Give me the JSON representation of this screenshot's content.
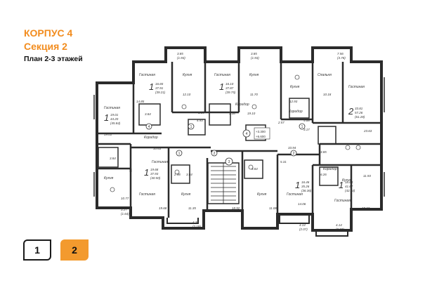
{
  "header": {
    "building": "КОРПУС 4",
    "section": "Секция 2",
    "plan": "План 2-3 этажей"
  },
  "floor_selector": {
    "floors": [
      "1",
      "2"
    ],
    "active": "2"
  },
  "colors": {
    "accent": "#f28c1e",
    "active_floor": "#f39a2e",
    "wall": "#2b2b2b"
  },
  "rooms": {
    "living_1": "Гостиная",
    "living_2": "Гостиная",
    "living_3": "Гостиная",
    "living_4": "Гостиная",
    "living_5": "Гостиная",
    "living_6": "Гостиная",
    "living_7": "Гостиная",
    "living_8": "Гостиная",
    "living_9": "Гостиная",
    "kitchen_1": "Кухня",
    "kitchen_2": "Кухня",
    "kitchen_3": "Кухня",
    "kitchen_4": "Кухня",
    "kitchen_5": "Кухня",
    "kitchen_6": "Кухня",
    "kitchen_7": "Кухня",
    "bedroom_1": "Спальня",
    "corridor_1": "Коридор",
    "corridor_2": "Коридор",
    "corridor_3": "Коридор",
    "corridor_4": "Коридор"
  },
  "apartments": {
    "a1": {
      "rooms": "1",
      "area": "16.65",
      "sub1": "37.91",
      "sub2": "(39.21)"
    },
    "a2": {
      "rooms": "1",
      "area": "16.10",
      "sub1": "37.87",
      "sub2": "(39.75)"
    },
    "a3": {
      "rooms": "2",
      "area": "33.81",
      "sub1": "57.26",
      "sub2": "(61.28)"
    },
    "a4": {
      "rooms": "1",
      "area": "19.01",
      "sub1": "44.20",
      "sub2": "(45.84)"
    },
    "a5": {
      "rooms": "1",
      "area": "19.68",
      "sub1": "37.93",
      "sub2": "(40.50)"
    },
    "a6": {
      "rooms": "1",
      "area": "16.46",
      "sub1": "35.26",
      "sub2": "(36.36)"
    },
    "a7": {
      "rooms": "1",
      "area": "18.63",
      "sub1": "41.67",
      "sub2": "(42.74)"
    }
  },
  "dims": {
    "d1": "3.85",
    "d1b": "(1.93)",
    "d2": "3.85",
    "d2b": "(1.93)",
    "d3": "7.56",
    "d3b": "(3.78)",
    "d4": "14.85",
    "d5": "12.10",
    "d6": "11.70",
    "d7": "10.18",
    "d8": "3.84",
    "d9": "3.84",
    "d10": "3.18",
    "d11": "19.10",
    "d12": "12.93",
    "d13": "23.63",
    "d14": "19.01",
    "d15": "4.93",
    "d16": "2.57",
    "d17": "5.08",
    "d18": "3.17",
    "d19": "3.85",
    "d20": "10.63",
    "d21": "33.94",
    "d22": "3.84",
    "d23": "2.98",
    "d24": "3.84",
    "d25": "3.84",
    "d26": "5.31",
    "d27": "6.26",
    "d28": "11.93",
    "d29": "10.77",
    "d30": "3.27",
    "d30b": "(1.64)",
    "d31": "11.35",
    "d32": "19.68",
    "d33": "18.92",
    "d34": "11.08",
    "d35": "14.06",
    "d36": "19.63",
    "d37": "4.38",
    "d37b": "(2.19)",
    "d38": "4.14",
    "d38b": "(2.07)",
    "d39": "4.14",
    "d39b": "(2.07)",
    "elev1": "+3.300",
    "elev2": "+6.600"
  },
  "markers": {
    "m1": "4",
    "m2": "3",
    "m3": "2",
    "m4": "1",
    "m5": "2",
    "m6": "1",
    "m7": "1",
    "m8": "4"
  }
}
